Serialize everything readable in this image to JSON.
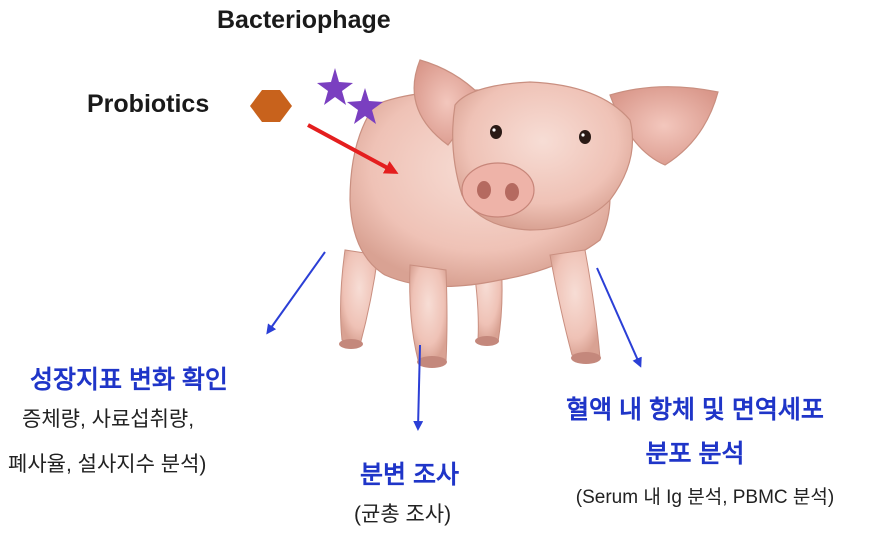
{
  "labels": {
    "bacteriophage": "Bacteriophage",
    "probiotics": "Probiotics"
  },
  "outcomes": {
    "growth": {
      "title": "성장지표 변화 확인",
      "line1": "증체량, 사료섭취량,",
      "line2": "폐사율, 설사지수 분석)"
    },
    "feces": {
      "title": "분변 조사",
      "line1": "(균총 조사)"
    },
    "immune": {
      "title1": "혈액 내 항체 및 면역세포",
      "title2": "분포 분석",
      "line1": "(Serum 내 Ig 분석, PBMC 분석)"
    }
  },
  "colors": {
    "outcome_text": "#1f35c8",
    "arrow_blue": "#2b3fd6",
    "arrow_red": "#e41e1e",
    "probiotic_hexagon": "#c8621c",
    "phage_star": "#7a3fc0",
    "pig_skin": "#f2c9bf"
  },
  "icons": {
    "probiotic": "hexagon-icon",
    "phage": "star-icon",
    "subject": "pig-illustration"
  }
}
